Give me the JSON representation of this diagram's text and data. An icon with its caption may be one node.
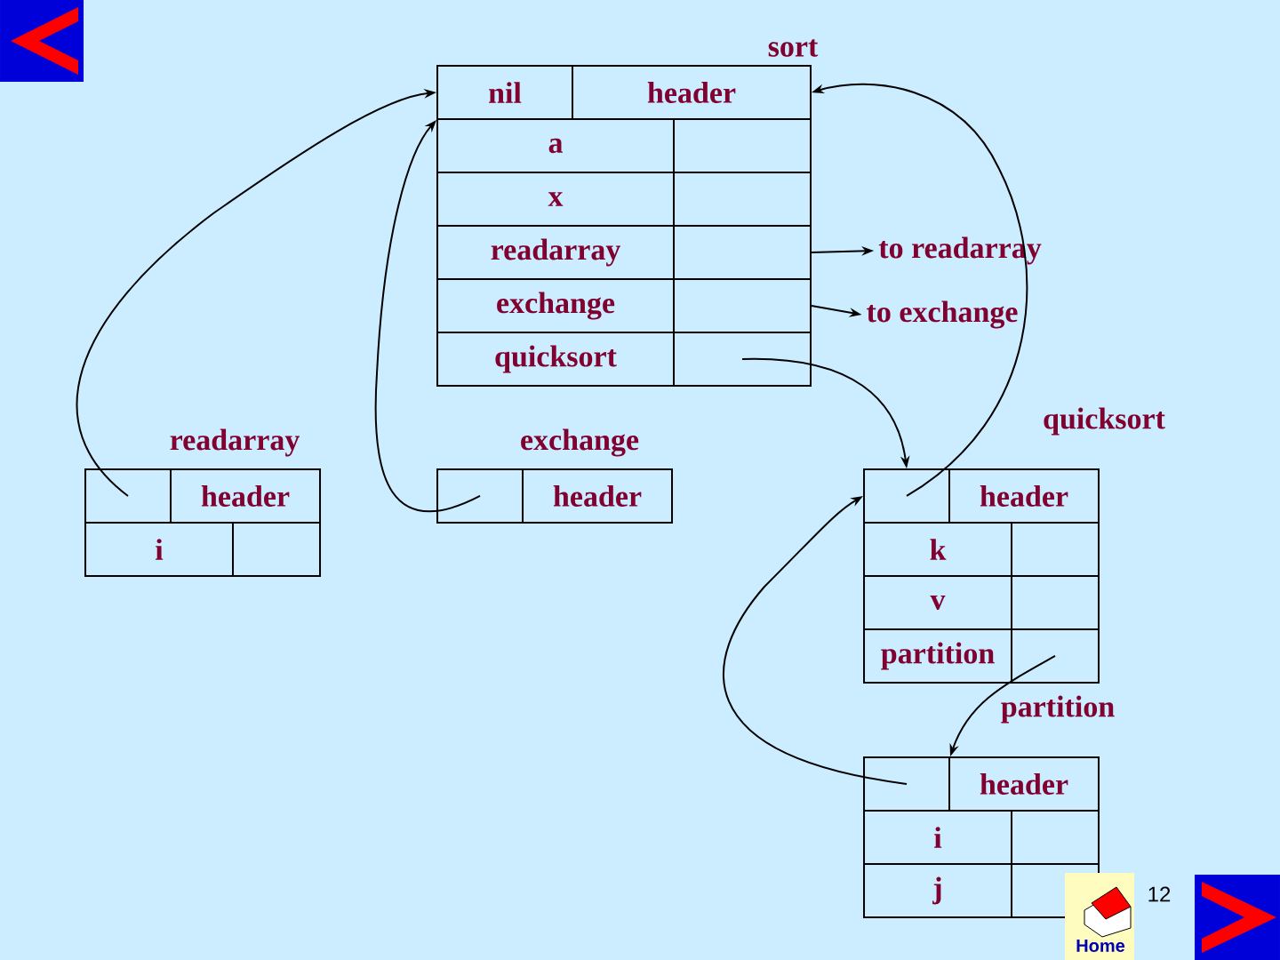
{
  "diagram": {
    "nodes": [
      {
        "text": [
          "sort"
        ]
      },
      {
        "text": [
          "nil"
        ],
        "in": 0
      },
      {
        "text": [
          "header"
        ],
        "in": 0
      },
      {
        "text": [
          "a"
        ],
        "in": 0
      },
      {
        "text": [],
        "shape": "box",
        "in": 0
      },
      {
        "text": [
          "x"
        ],
        "in": 0
      },
      {
        "text": [],
        "shape": "box",
        "in": 0
      },
      {
        "text": [
          "readarray"
        ],
        "in": 0
      },
      {
        "text": [],
        "shape": "box",
        "in": 0
      },
      {
        "text": [
          "exchange"
        ],
        "in": 0
      },
      {
        "text": [],
        "shape": "box",
        "in": 0
      },
      {
        "text": [
          "quicksort"
        ],
        "in": 0
      },
      {
        "text": [],
        "shape": "box",
        "in": 0
      },
      {
        "text": [
          "to readarray"
        ]
      },
      {
        "text": [
          "to exchange"
        ]
      },
      {
        "text": [
          "readarray"
        ]
      },
      {
        "text": [],
        "shape": "box",
        "in": 15
      },
      {
        "text": [
          "header"
        ],
        "in": 15
      },
      {
        "text": [
          "i"
        ],
        "in": 15
      },
      {
        "text": [],
        "shape": "box",
        "in": 15
      },
      {
        "text": [
          "exchange"
        ]
      },
      {
        "text": [],
        "shape": "box",
        "in": 20
      },
      {
        "text": [
          "header"
        ],
        "in": 20
      },
      {
        "text": [
          "quicksort"
        ]
      },
      {
        "text": [],
        "shape": "box",
        "in": 23
      },
      {
        "text": [
          "header"
        ],
        "in": 23
      },
      {
        "text": [
          "k"
        ],
        "in": 23
      },
      {
        "text": [],
        "shape": "box",
        "in": 23
      },
      {
        "text": [
          "v"
        ],
        "in": 23
      },
      {
        "text": [],
        "shape": "box",
        "in": 23
      },
      {
        "text": [
          "partition"
        ],
        "in": 23
      },
      {
        "text": [],
        "shape": "box",
        "in": 23
      },
      {
        "text": [
          "partition"
        ]
      },
      {
        "text": [],
        "shape": "box",
        "in": 32
      },
      {
        "text": [
          "header"
        ],
        "in": 32
      },
      {
        "text": [
          "i"
        ],
        "in": 32
      },
      {
        "text": [],
        "shape": "box",
        "in": 32
      },
      {
        "text": [
          "j"
        ],
        "in": 32
      },
      {
        "text": [],
        "shape": "box",
        "in": 32
      }
    ],
    "edges": [
      {
        "from": 16,
        "to": 1,
        "arrow": "to"
      },
      {
        "from": 21,
        "to": 1,
        "arrow": "to"
      },
      {
        "from": 12,
        "to": 24,
        "arrow": "to"
      },
      {
        "from": 24,
        "to": 2,
        "arrow": "to"
      },
      {
        "from": 8,
        "to": 13,
        "arrow": "to"
      },
      {
        "from": 10,
        "to": 14,
        "arrow": "to"
      },
      {
        "from": 31,
        "to": 33,
        "arrow": "to"
      },
      {
        "from": 33,
        "to": 24,
        "arrow": "to"
      }
    ],
    "labels": [
      "Home",
      "12"
    ]
  }
}
